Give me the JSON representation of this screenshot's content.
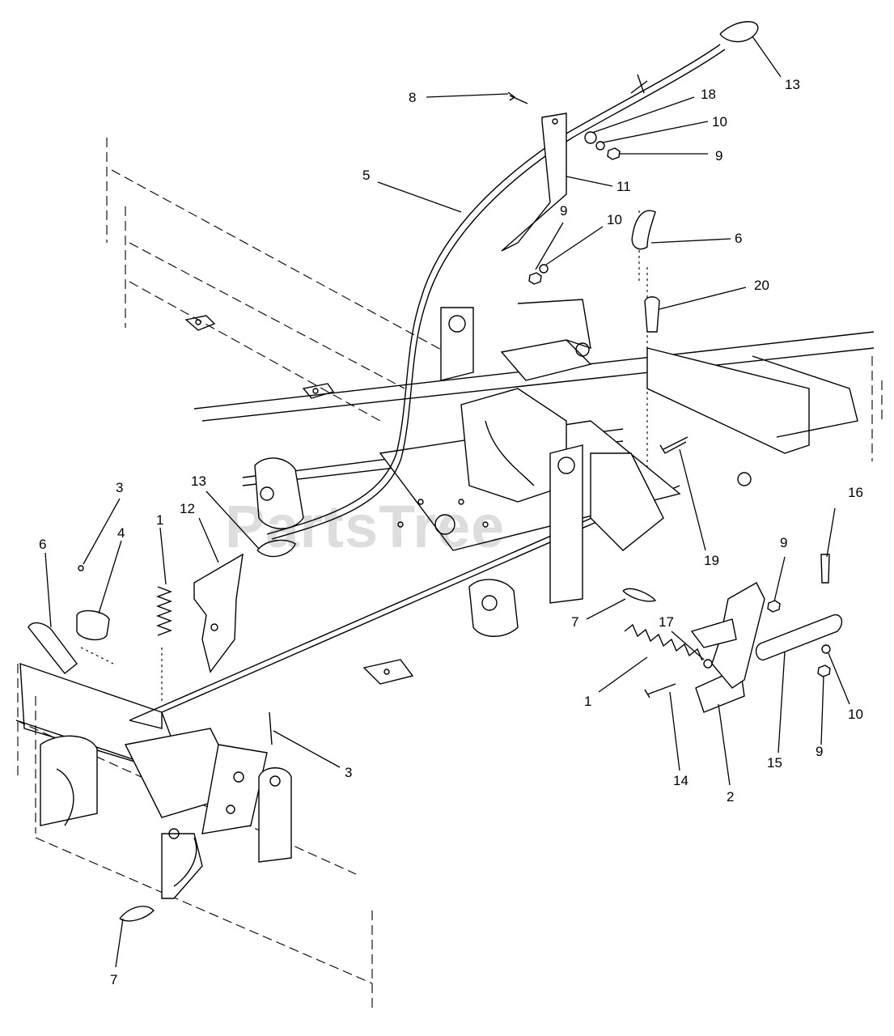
{
  "diagram": {
    "watermark": "PartsTree",
    "callouts": [
      "13",
      "8",
      "18",
      "10",
      "9",
      "11",
      "5",
      "9",
      "10",
      "6",
      "20",
      "19",
      "16",
      "9",
      "3",
      "4",
      "6",
      "1",
      "12",
      "13",
      "7",
      "17",
      "1",
      "14",
      "2",
      "15",
      "10",
      "9",
      "3",
      "7"
    ]
  }
}
